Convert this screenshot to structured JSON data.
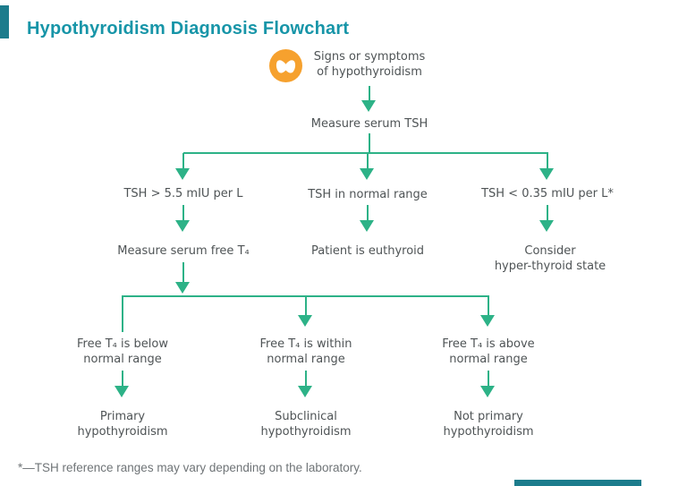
{
  "title": "Hypothyroidism Diagnosis Flowchart",
  "colors": {
    "title_teal": "#1795a8",
    "accent_teal": "#1c7c8c",
    "arrow_green": "#2db287",
    "icon_orange": "#f6a12e",
    "text_gray": "#4f5456",
    "footnote_gray": "#6f7477"
  },
  "icon": {
    "name": "thyroid-icon"
  },
  "flow": {
    "start": {
      "label": "Signs or symptoms\nof hypothyroidism"
    },
    "measure_tsh": {
      "label": "Measure serum TSH"
    },
    "tsh_branches": [
      {
        "label": "TSH > 5.5 mIU per L"
      },
      {
        "label": "TSH in normal range"
      },
      {
        "label": "TSH < 0.35 mIU per L*"
      }
    ],
    "tsh_outcomes": [
      {
        "label": "Measure serum free T₄"
      },
      {
        "label": "Patient is euthyroid"
      },
      {
        "label": "Consider\nhyper-thyroid state"
      }
    ],
    "t4_branches": [
      {
        "label": "Free T₄ is below\nnormal range"
      },
      {
        "label": "Free T₄ is within\nnormal range"
      },
      {
        "label": "Free T₄ is above\nnormal range"
      }
    ],
    "t4_outcomes": [
      {
        "label": "Primary\nhypothyroidism"
      },
      {
        "label": "Subclinical\nhypothyroidism"
      },
      {
        "label": "Not primary\nhypothyroidism"
      }
    ],
    "footnote": "*—TSH reference ranges may vary depending on the laboratory."
  }
}
